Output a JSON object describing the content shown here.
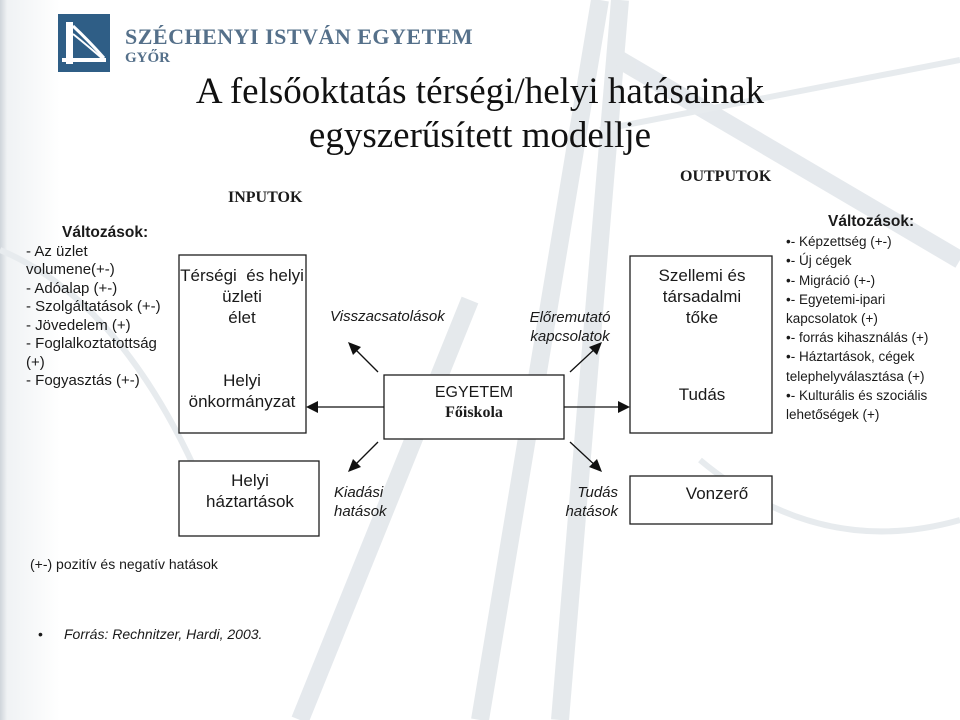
{
  "header": {
    "university_name": "SZÉCHENYI ISTVÁN EGYETEM",
    "city": "GYŐR",
    "title_line1": "A felsőoktatás térségi/helyi hatásainak",
    "title_line2": "egyszerűsített modellje"
  },
  "labels": {
    "inputs": "INPUTOK",
    "outputs": "OUTPUTOK",
    "feedback": "Visszacsatolások",
    "forward_line1": "Előremutató",
    "forward_line2": "kapcsolatok",
    "spending_line1": "Kiadási",
    "spending_line2": "hatások",
    "knowledge_line1": "Tudás",
    "knowledge_line2": "hatások"
  },
  "boxes": {
    "regional_business_line1": "Térségi  és helyi",
    "regional_business_line2": "üzleti",
    "regional_business_line3": "élet",
    "local_government_line1": "Helyi",
    "local_government_line2": "önkormányzat",
    "university_line1": "EGYETEM",
    "university_line2": "Főiskola",
    "capital_line1": "Szellemi és",
    "capital_line2": "társadalmi",
    "capital_line3": "tőke",
    "knowledge": "Tudás",
    "households_line1": "Helyi",
    "households_line2": "háztartások",
    "attraction": "Vonzerő"
  },
  "left_changes": {
    "title": "Változások:",
    "lines": [
      "- Az üzlet",
      "volumene(+-)",
      "- Adóalap (+-)",
      "- Szolgáltatások (+-)",
      "- Jövedelem (+)",
      "-   Foglalkoztatottság",
      "(+)",
      "- Fogyasztás (+-)"
    ]
  },
  "right_changes": {
    "title": "Változások:",
    "lines": [
      "•- Képzettség (+-)",
      "•- Új cégek",
      "•- Migráció (+-)",
      "•- Egyetemi-ipari",
      "kapcsolatok (+)",
      "•- forrás kihasználás (+)",
      "•- Háztartások, cégek",
      "telephelyválasztása (+)",
      "•- Kulturális és szociális",
      "lehetőségek (+)"
    ]
  },
  "legend": "(+-) pozitív és negatív hatások",
  "source": {
    "bullet": "•",
    "text": "Forrás: Rechnitzer, Hardi, 2003."
  },
  "icons": {
    "logo": "bridge-logo-icon"
  },
  "colors": {
    "brand": "#55708a",
    "logo_blue": "#2f5e86",
    "box_border": "#1e1e1e",
    "arrow": "#111111"
  }
}
